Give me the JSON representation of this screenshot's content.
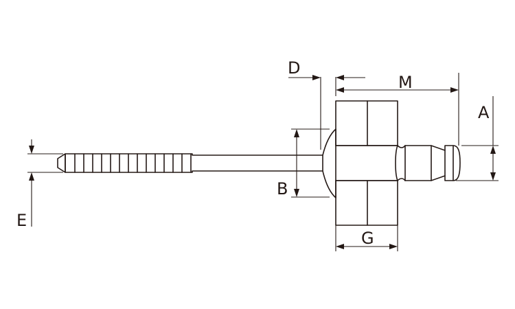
{
  "labels": {
    "A": "A",
    "B": "B",
    "D": "D",
    "E": "E",
    "G": "G",
    "M": "M"
  },
  "colors": {
    "stroke": "#231815",
    "background": "#ffffff"
  }
}
